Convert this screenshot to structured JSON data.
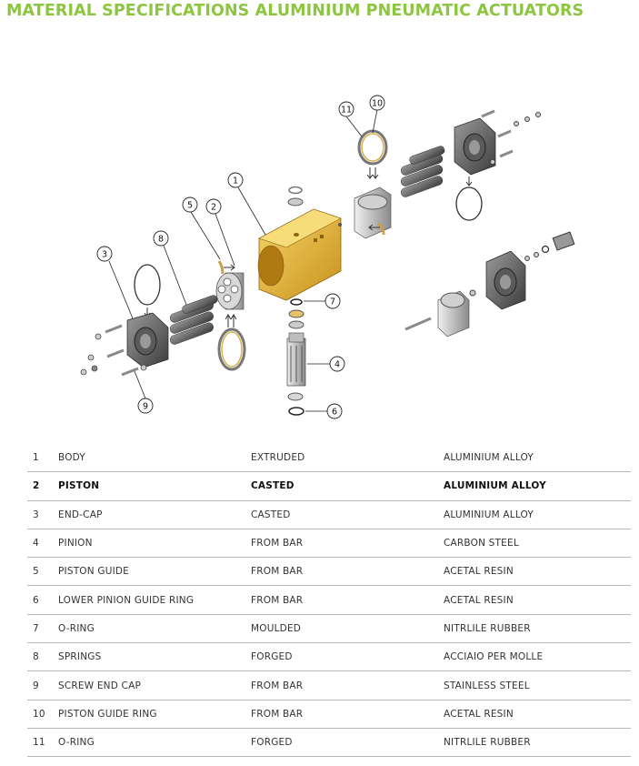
{
  "title": "MATERIAL SPECIFICATIONS ALUMINIUM PNEUMATIC ACTUATORS",
  "diagram": {
    "callouts": [
      "1",
      "2",
      "3",
      "4",
      "5",
      "6",
      "7",
      "8",
      "9",
      "10",
      "11"
    ]
  },
  "colors": {
    "title": "#8cc63f",
    "body": "#e8b830",
    "rule": "#b7b7b7"
  },
  "table": {
    "rows": [
      {
        "num": "1",
        "part": "BODY",
        "process": "EXTRUDED",
        "material": "ALUMINIUM ALLOY"
      },
      {
        "num": "2",
        "part": "PISTON",
        "process": "CASTED",
        "material": "ALUMINIUM ALLOY"
      },
      {
        "num": "3",
        "part": "END-CAP",
        "process": "CASTED",
        "material": "ALUMINIUM ALLOY"
      },
      {
        "num": "4",
        "part": "PINION",
        "process": "FROM BAR",
        "material": "CARBON STEEL"
      },
      {
        "num": "5",
        "part": "PISTON GUIDE",
        "process": "FROM BAR",
        "material": "ACETAL RESIN"
      },
      {
        "num": "6",
        "part": "LOWER PINION GUIDE RING",
        "process": "FROM BAR",
        "material": "ACETAL RESIN"
      },
      {
        "num": "7",
        "part": "O-RING",
        "process": "MOULDED",
        "material": "NITRLILE RUBBER"
      },
      {
        "num": "8",
        "part": "SPRINGS",
        "process": "FORGED",
        "material": "ACCIAIO PER MOLLE"
      },
      {
        "num": "9",
        "part": "SCREW END CAP",
        "process": "FROM BAR",
        "material": "STAINLESS STEEL"
      },
      {
        "num": "10",
        "part": "PISTON GUIDE RING",
        "process": "FROM BAR",
        "material": "ACETAL RESIN"
      },
      {
        "num": "11",
        "part": "O-RING",
        "process": "FORGED",
        "material": "NITRLILE RUBBER"
      }
    ]
  }
}
